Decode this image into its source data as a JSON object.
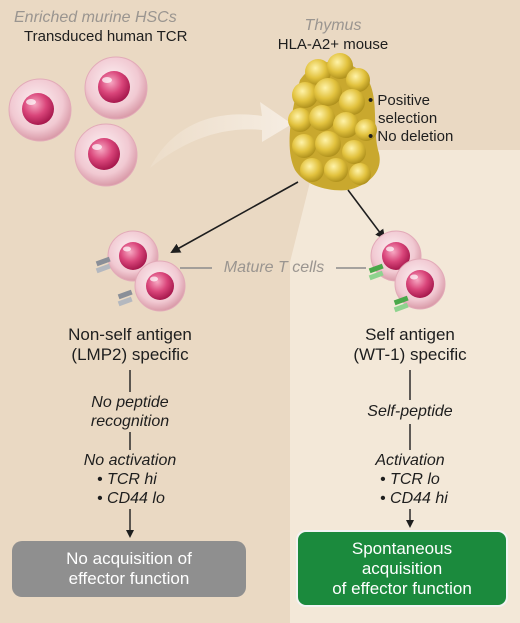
{
  "source": {
    "title": "Enriched murine HSCs",
    "subtitle": "Transduced human TCR"
  },
  "thymus": {
    "title": "Thymus",
    "subtitle": "HLA-A2+ mouse",
    "bullets": [
      "Positive",
      "selection",
      "No deletion"
    ]
  },
  "mature_label": "Mature T cells",
  "left": {
    "title_line1": "Non-self antigen",
    "title_line2": "(LMP2) specific",
    "step1_line1": "No peptide",
    "step1_line2": "recognition",
    "step2": "No activation",
    "marker1": "TCR hi",
    "marker2": "CD44 lo",
    "outcome_line1": "No acquisition of",
    "outcome_line2": "effector function"
  },
  "right": {
    "title_line1": "Self antigen",
    "title_line2": "(WT-1) specific",
    "step1": "Self-peptide",
    "step2": "Activation",
    "marker1": "TCR lo",
    "marker2": "CD44 hi",
    "outcome_line1": "Spontaneous",
    "outcome_line2": "acquisition",
    "outcome_line3": "of effector function"
  },
  "colors": {
    "background": "#ead9c3",
    "highlight_panel": "#f3e8d8",
    "cell_pink": "#d9457a",
    "thymus_yellow": "#d6b838",
    "outcome_gray": "#8f8f8f",
    "outcome_green": "#1b8a3d",
    "receptor_nonself": "#8a8f98",
    "receptor_self": "#4aa84a"
  }
}
